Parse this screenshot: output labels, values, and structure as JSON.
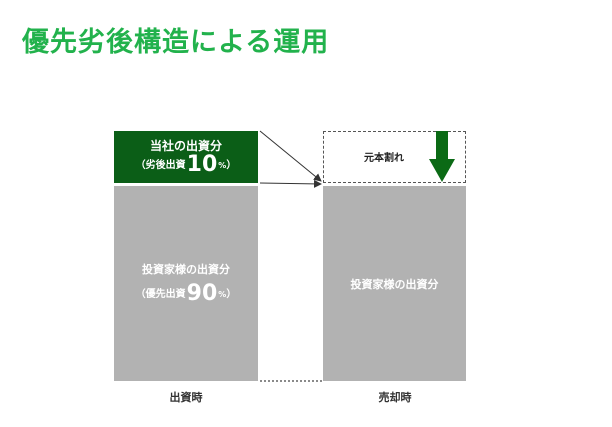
{
  "title": "優先劣後構造による運用",
  "left_stack": {
    "company_share": {
      "label": "当社の出資分",
      "sub_prefix": "（劣後出資",
      "percent": "10",
      "unit": "%",
      "sub_suffix": "）"
    },
    "investor_share": {
      "label": "投資家様の出資分",
      "sub_prefix": "（優先出資",
      "percent": "90",
      "unit": "%",
      "sub_suffix": "）"
    },
    "caption": "出資時"
  },
  "right_stack": {
    "loss_label": "元本割れ",
    "investor_share_label": "投資家様の出資分",
    "caption": "売却時"
  },
  "colors": {
    "title": "#22b24c",
    "subordinated": "#0b5e17",
    "senior": "#b2b2b2",
    "loss_arrow": "#0b6a15"
  },
  "icons": {
    "loss_arrow": "down-arrow-icon",
    "connector": "arrow-right-icon"
  }
}
